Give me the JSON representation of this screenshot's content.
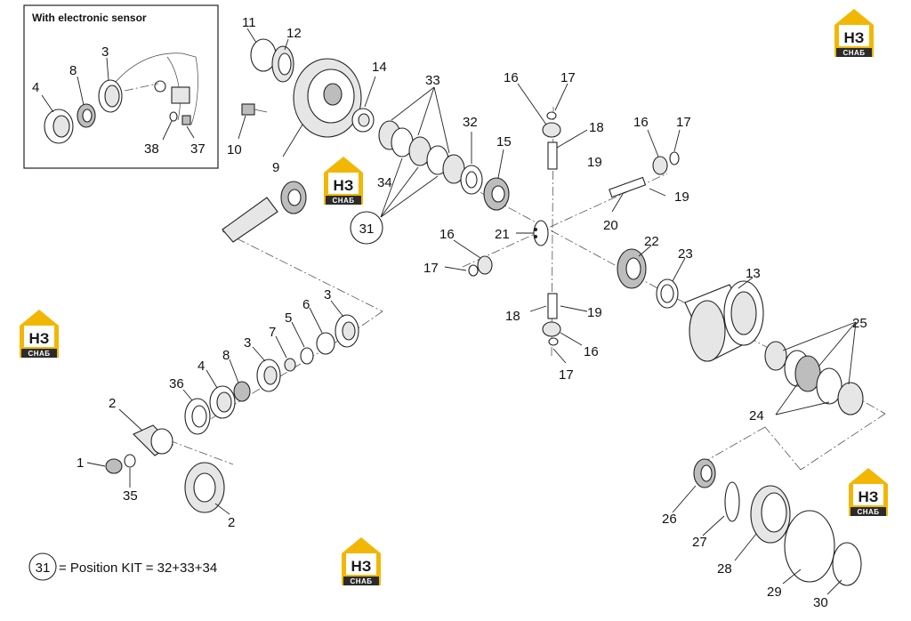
{
  "inset": {
    "title": "With electronic sensor"
  },
  "logo": {
    "big": "НЗ",
    "small": "СНАБ",
    "accent": "#f2b705",
    "dark": "#2b2b2b"
  },
  "kit_note": {
    "circle": "31",
    "text": "= Position KIT = 32+33+34"
  },
  "callouts": [
    {
      "n": "4"
    },
    {
      "n": "8"
    },
    {
      "n": "3"
    },
    {
      "n": "38"
    },
    {
      "n": "37"
    },
    {
      "n": "11"
    },
    {
      "n": "12"
    },
    {
      "n": "14"
    },
    {
      "n": "10"
    },
    {
      "n": "9"
    },
    {
      "n": "33"
    },
    {
      "n": "32"
    },
    {
      "n": "34"
    },
    {
      "n": "15"
    },
    {
      "n": "16"
    },
    {
      "n": "17"
    },
    {
      "n": "18"
    },
    {
      "n": "19"
    },
    {
      "n": "16"
    },
    {
      "n": "17"
    },
    {
      "n": "19"
    },
    {
      "n": "20"
    },
    {
      "n": "21"
    },
    {
      "n": "16"
    },
    {
      "n": "17"
    },
    {
      "n": "22"
    },
    {
      "n": "23"
    },
    {
      "n": "13"
    },
    {
      "n": "18"
    },
    {
      "n": "19"
    },
    {
      "n": "16"
    },
    {
      "n": "17"
    },
    {
      "n": "25"
    },
    {
      "n": "24"
    },
    {
      "n": "3"
    },
    {
      "n": "6"
    },
    {
      "n": "5"
    },
    {
      "n": "7"
    },
    {
      "n": "3"
    },
    {
      "n": "8"
    },
    {
      "n": "4"
    },
    {
      "n": "36"
    },
    {
      "n": "2"
    },
    {
      "n": "1"
    },
    {
      "n": "35"
    },
    {
      "n": "2"
    },
    {
      "n": "26"
    },
    {
      "n": "27"
    },
    {
      "n": "28"
    },
    {
      "n": "29"
    },
    {
      "n": "30"
    }
  ],
  "circled_callout": {
    "n": "31"
  }
}
